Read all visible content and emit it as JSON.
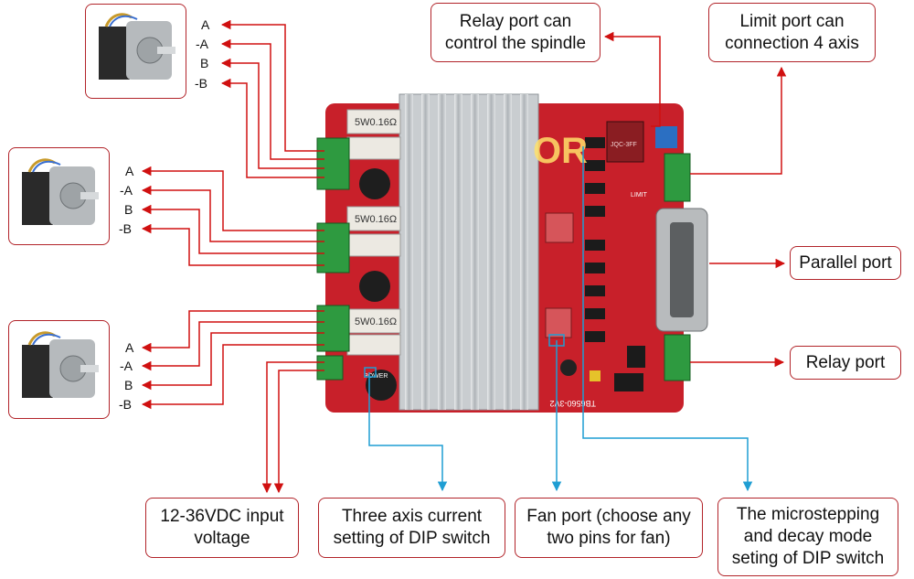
{
  "callouts": {
    "relay_spindle": "Relay port can control the spindle",
    "limit_port": "Limit port can connection 4 axis",
    "parallel_port": "Parallel port",
    "relay_port": "Relay port",
    "input_voltage": "12-36VDC input voltage",
    "current_dip": "Three axis current setting of DIP switch",
    "fan_port": "Fan port (choose any two pins for fan)",
    "microstep_dip": "The microstepping and decay mode seting of DIP switch"
  },
  "motors": [
    {
      "pins": [
        "A",
        "-A",
        "B",
        "-B"
      ]
    },
    {
      "pins": [
        "A",
        "-A",
        "B",
        "-B"
      ]
    },
    {
      "pins": [
        "A",
        "-A",
        "B",
        "-B"
      ]
    }
  ],
  "board": {
    "resistor_label": "5W0.16Ω",
    "model_label": "TB6560-3V2",
    "power_label": "POWER",
    "limit_label": "LIMIT",
    "relay_label": "JQC-3FF",
    "watermark": "OR"
  },
  "colors": {
    "callout_border": "#b2242a",
    "board_red": "#c8202a",
    "arrow_red": "#d01010",
    "arrow_blue": "#2aa8d8",
    "terminal_green": "#2e9a40",
    "heatsink": "#c9cdd0"
  }
}
